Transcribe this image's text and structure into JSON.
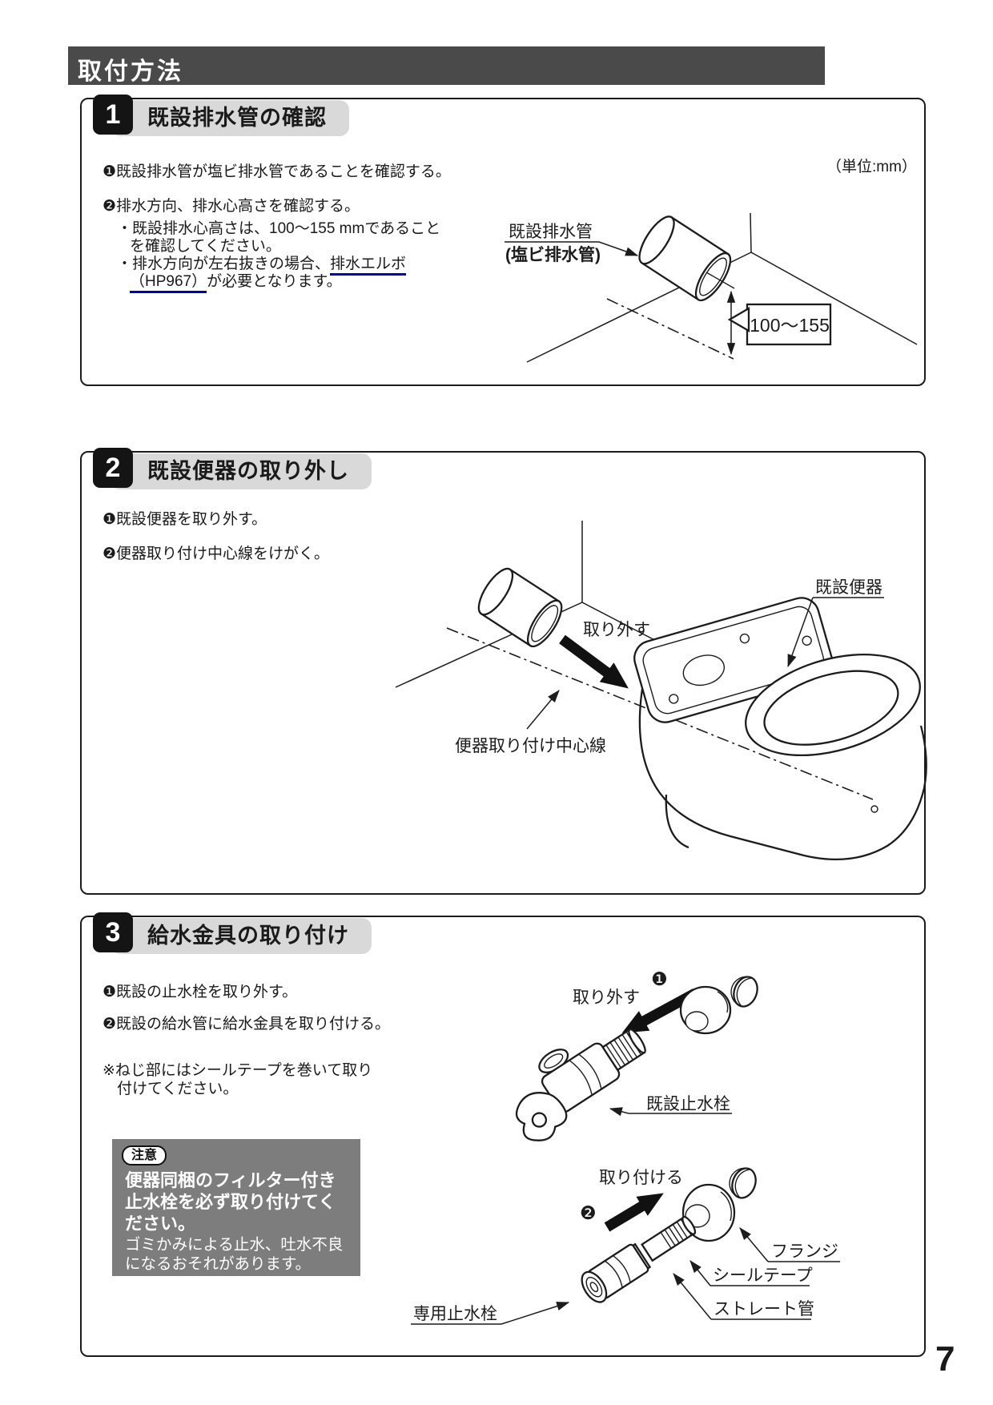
{
  "header": {
    "title": "取付方法"
  },
  "page": {
    "number": "7"
  },
  "colors": {
    "header_bg": "#4a4a4a",
    "badge_bg": "#141414",
    "section_title_bg": "#d9d9d9",
    "caution_bg": "#7d7d7d",
    "reference_underline": "#0000bb"
  },
  "section1": {
    "number": "1",
    "title": "既設排水管の確認",
    "unit_note": "（単位:mm）",
    "step1": "❶既設排水管が塩ビ排水管であることを確認する。",
    "step2": "❷排水方向、排水心高さを確認する。",
    "bullet1_line1": "・既設排水心高さは、100〜155 mmであること",
    "bullet1_line2": "を確認してください。",
    "bullet2_pre": "・排水方向が左右抜きの場合、",
    "bullet2_ref": "排水エルボ",
    "bullet2_ref2": "（HP967）",
    "bullet2_post": "が必要となります。",
    "diagram": {
      "pipe_label": "既設排水管",
      "pipe_label_sub": "(塩ビ排水管)",
      "dimension": "100〜155"
    }
  },
  "section2": {
    "number": "2",
    "title": "既設便器の取り外し",
    "step1": "❶既設便器を取り外す。",
    "step2": "❷便器取り付け中心線をけがく。",
    "diagram": {
      "toilet_label": "既設便器",
      "remove_label": "取り外す",
      "centerline_label": "便器取り付け中心線"
    }
  },
  "section3": {
    "number": "3",
    "title": "給水金具の取り付け",
    "step1": "❶既設の止水栓を取り外す。",
    "step2": "❷既設の給水管に給水金具を取り付ける。",
    "note_line1": "※ねじ部にはシールテープを巻いて取り",
    "note_line2": "付けてください。",
    "caution": {
      "badge": "注意",
      "bold_line1": "便器同梱のフィルター付き",
      "bold_line2": "止水栓を必ず取り付けてく",
      "bold_line3": "ださい。",
      "normal_line1": "ゴミかみによる止水、吐水不良",
      "normal_line2": "になるおそれがあります。"
    },
    "diagram": {
      "step1_marker": "❶",
      "step2_marker": "❷",
      "remove_label": "取り外す",
      "attach_label": "取り付ける",
      "old_valve_label": "既設止水栓",
      "flange_label": "フランジ",
      "seal_tape_label": "シールテープ",
      "straight_pipe_label": "ストレート管",
      "new_valve_label": "専用止水栓"
    }
  }
}
